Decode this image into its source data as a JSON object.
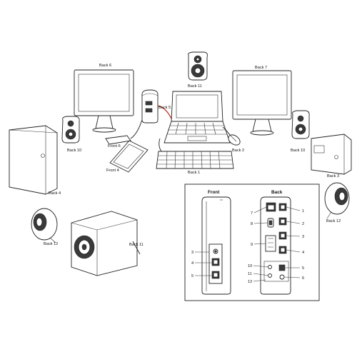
{
  "labels": {
    "back6": "Back 6",
    "back7": "Back 7",
    "back11_top": "Back 11",
    "back5": "Back 5",
    "back10_left": "Back 10",
    "back10_right": "Back 10",
    "front6": "Front 6",
    "front4": "Front 4",
    "back2": "Back 2",
    "back1": "Back 1",
    "back3": "Back 3",
    "back4": "Back 4",
    "back12_left": "Back 12",
    "back12_right": "Back 12",
    "back11_sub": "Back 11"
  },
  "panel": {
    "front_title": "Front",
    "back_title": "Back",
    "front_ports": [
      "3",
      "4",
      "5"
    ],
    "back_left": [
      "7",
      "8",
      "9",
      "10",
      "11",
      "12"
    ],
    "back_right": [
      "1",
      "2",
      "3",
      "4",
      "5",
      "6"
    ]
  }
}
